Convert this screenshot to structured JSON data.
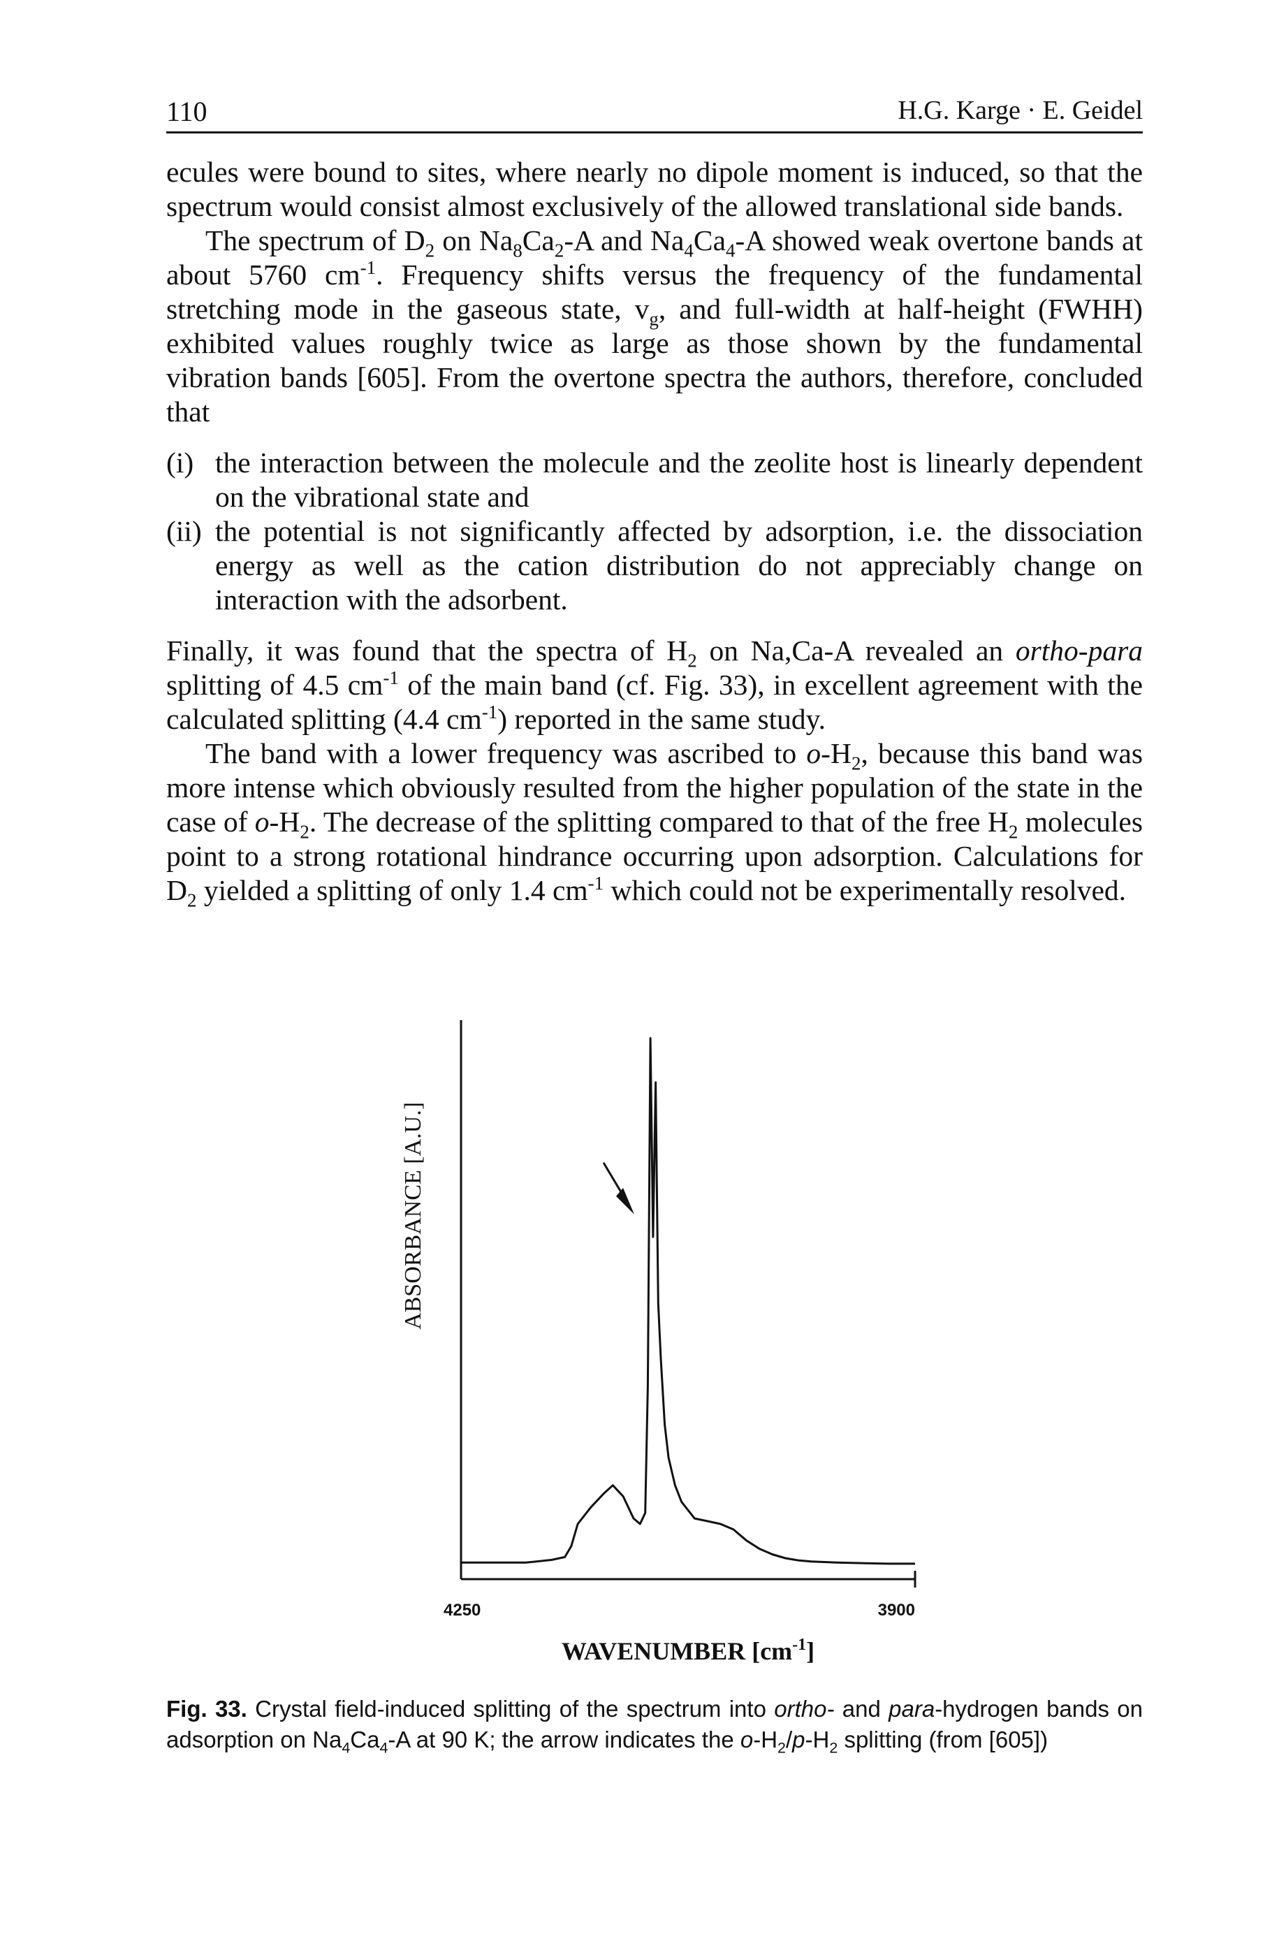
{
  "header": {
    "page_number": "110",
    "running_head": "H.G. Karge · E. Geidel"
  },
  "paragraphs": {
    "p1": "ecules were bound to sites, where nearly no dipole moment is induced, so that the spectrum would consist almost exclusively of the allowed translational side bands.",
    "p2_a": "The spectrum of D",
    "p2_s1": "2",
    "p2_b": " on Na",
    "p2_s2": "8",
    "p2_c": "Ca",
    "p2_s3": "2",
    "p2_d": "-A and Na",
    "p2_s4": "4",
    "p2_e": "Ca",
    "p2_s5": "4",
    "p2_f": "-A showed weak overtone bands at about 5760 cm",
    "p2_sup1": "-1",
    "p2_g": ". Frequency shifts versus the frequency of the fundamental stretching mode in the gaseous state, v",
    "p2_sub_g": "g",
    "p2_h": ", and full-width at half-height (FWHH) exhibited values roughly twice as large as those shown by the fundamental vibration bands [605]. From the overtone spectra the authors, therefore, concluded that",
    "list": [
      {
        "label": "(i)",
        "text": "the interaction between the molecule and the zeolite host is linearly dependent on the vibrational state and"
      },
      {
        "label": "(ii)",
        "text": "the potential is not significantly affected by adsorption, i.e. the dissociation energy as well as the cation distribution do not appreciably change on interaction with the adsorbent."
      }
    ],
    "p3_a": "Finally, it was found that the spectra of H",
    "p3_s1": "2",
    "p3_b": " on Na,Ca-A revealed an ",
    "p3_i1": "ortho-para",
    "p3_c": " splitting of 4.5 cm",
    "p3_sup1": "-1",
    "p3_d": " of the main band (cf. Fig. 33), in excellent agreement with the calculated splitting (4.4 cm",
    "p3_sup2": "-1",
    "p3_e": ") reported in the same study.",
    "p4_a": "The band with a lower frequency was ascribed to ",
    "p4_i1": "o",
    "p4_b": "-H",
    "p4_s1": "2",
    "p4_c": ", because this band was more intense which obviously resulted from the higher population of the state in the case of ",
    "p4_i2": "o",
    "p4_d": "-H",
    "p4_s2": "2",
    "p4_e": ". The decrease of the splitting compared to that of the free H",
    "p4_s3": "2",
    "p4_f": " molecules point to a strong rotational hindrance occurring upon adsorption. Calculations for D",
    "p4_s4": "2",
    "p4_g": " yielded a splitting of only 1.4 cm",
    "p4_sup1": "-1",
    "p4_h": " which could not be experimentally resolved."
  },
  "caption": {
    "label": "Fig. 33.",
    "t1": " Crystal field-induced splitting of the spectrum into ",
    "i1": "ortho-",
    "t2": " and ",
    "i2": "para",
    "t3": "-hydrogen bands on adsorption on Na",
    "s1": "4",
    "t4": "Ca",
    "s2": "4",
    "t5": "-A at 90 K; the arrow indicates the ",
    "i3": "o",
    "t6": "-H",
    "s3": "2",
    "t7": "/",
    "i4": "p",
    "t8": "-H",
    "s4": "2",
    "t9": " splitting (from [605])"
  },
  "chart_data": {
    "type": "line",
    "ylabel": "ABSORBANCE [A.U.]",
    "xlabel_main": "WAVENUMBER [cm",
    "xlabel_sup": "-1",
    "xlabel_end": "]",
    "x_ticks": [
      "4250",
      "3900"
    ],
    "xlim": [
      4250,
      3900
    ],
    "ylim": [
      0,
      1
    ],
    "grid": false,
    "annotations": [
      "arrow pointing to o-H2/p-H2 splitting"
    ],
    "series": [
      {
        "x": [
          4250,
          4200,
          4180,
          4170,
          4165,
          4160,
          4150,
          4140,
          4133,
          4125,
          4117,
          4112,
          4108,
          4106,
          4104,
          4102,
          4100,
          4098,
          4096,
          4093,
          4090,
          4085,
          4080,
          4070,
          4060,
          4050,
          4040,
          4030,
          4020,
          4010,
          4000,
          3990,
          3980,
          3960,
          3940,
          3920,
          3900
        ],
        "y": [
          0.03,
          0.03,
          0.035,
          0.04,
          0.06,
          0.1,
          0.13,
          0.155,
          0.17,
          0.15,
          0.11,
          0.1,
          0.12,
          0.35,
          0.98,
          0.62,
          0.9,
          0.5,
          0.4,
          0.28,
          0.22,
          0.17,
          0.14,
          0.11,
          0.105,
          0.1,
          0.09,
          0.07,
          0.055,
          0.045,
          0.038,
          0.034,
          0.032,
          0.03,
          0.029,
          0.028,
          0.028
        ]
      }
    ]
  }
}
